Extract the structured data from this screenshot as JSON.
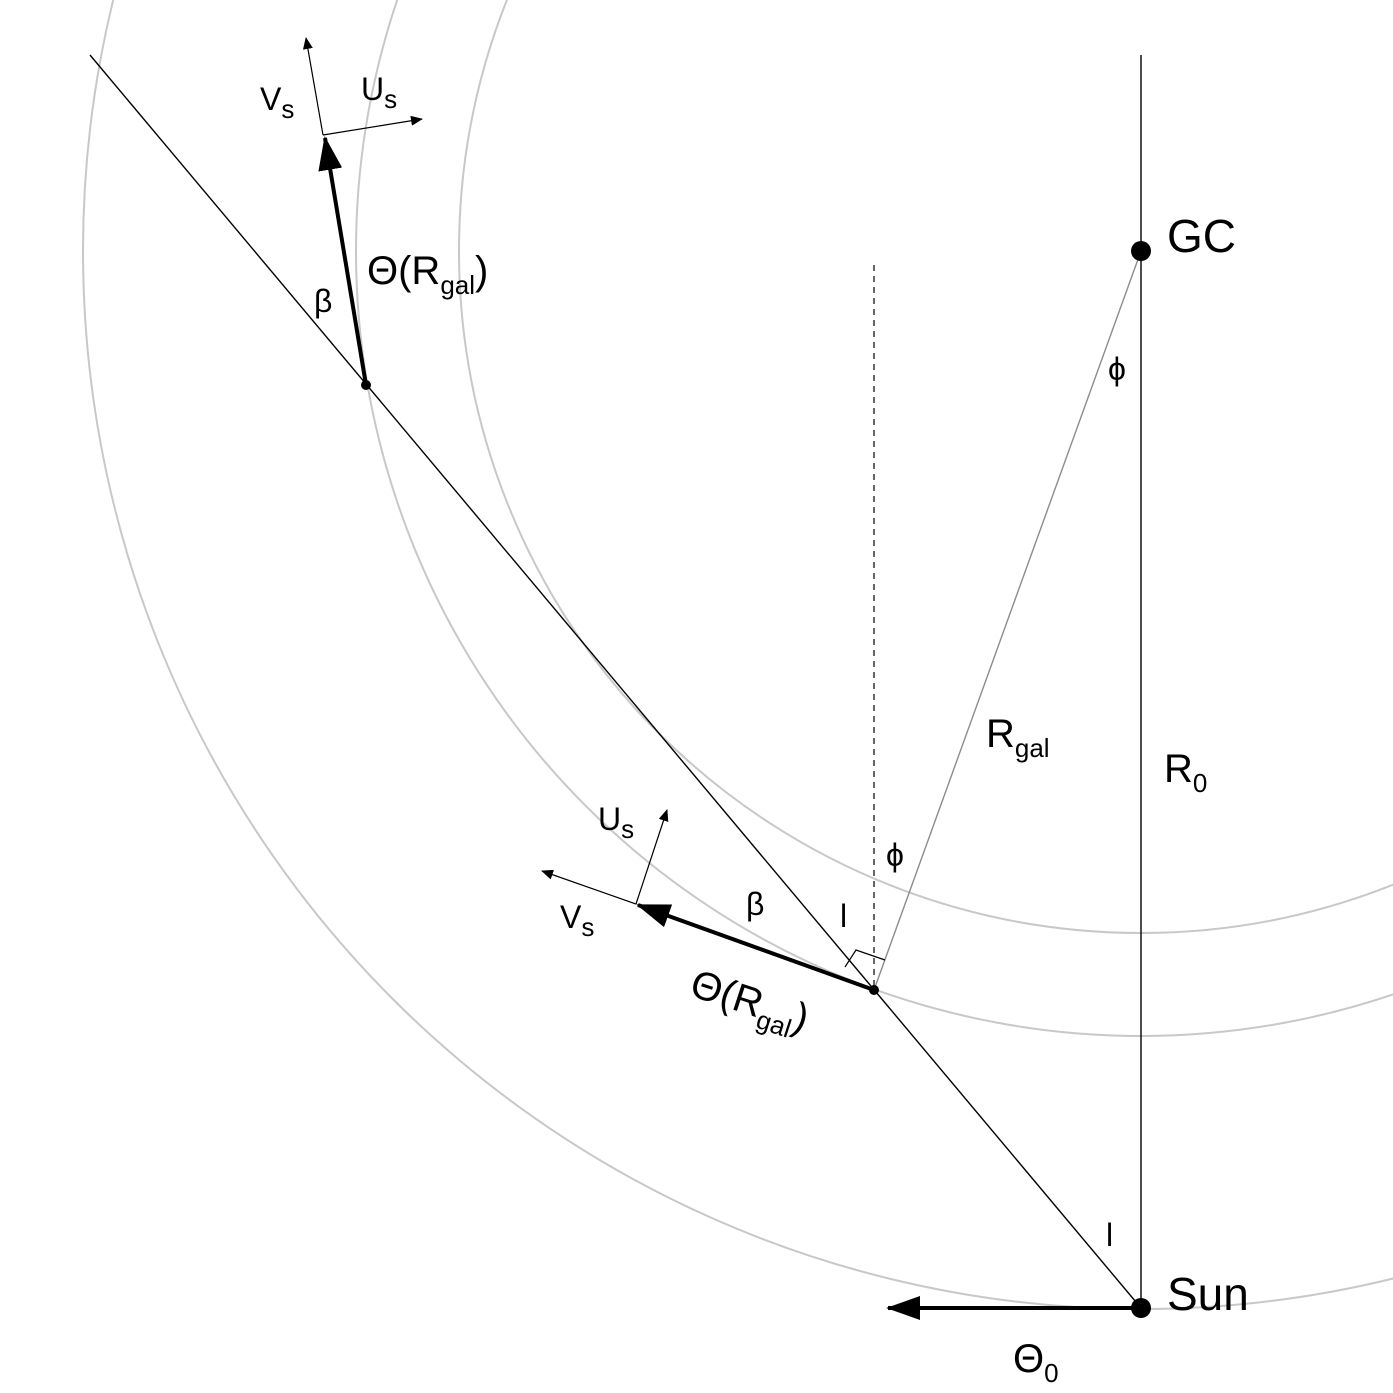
{
  "labels": {
    "gc": "GC",
    "sun": "Sun",
    "theta0_main": "Θ",
    "theta0_sub": "0",
    "r0_main": "R",
    "r0_sub": "0",
    "rgal_main": "R",
    "rgal_sub": "gal",
    "phi_top": "ϕ",
    "phi_mid": "ϕ",
    "l_near": "l",
    "l_sun": "l",
    "beta_far": "β",
    "beta_near": "β",
    "theta_far_pre": "Θ(R",
    "theta_far_sub": "gal",
    "theta_far_post": ")",
    "theta_near_pre": "Θ(R",
    "theta_near_sub": "gal",
    "theta_near_post": ")",
    "vs_far_main": "V",
    "vs_far_sub": "s",
    "us_far_main": "U",
    "us_far_sub": "s",
    "vs_near_main": "V",
    "vs_near_sub": "s",
    "us_near_main": "U",
    "us_near_sub": "s"
  }
}
